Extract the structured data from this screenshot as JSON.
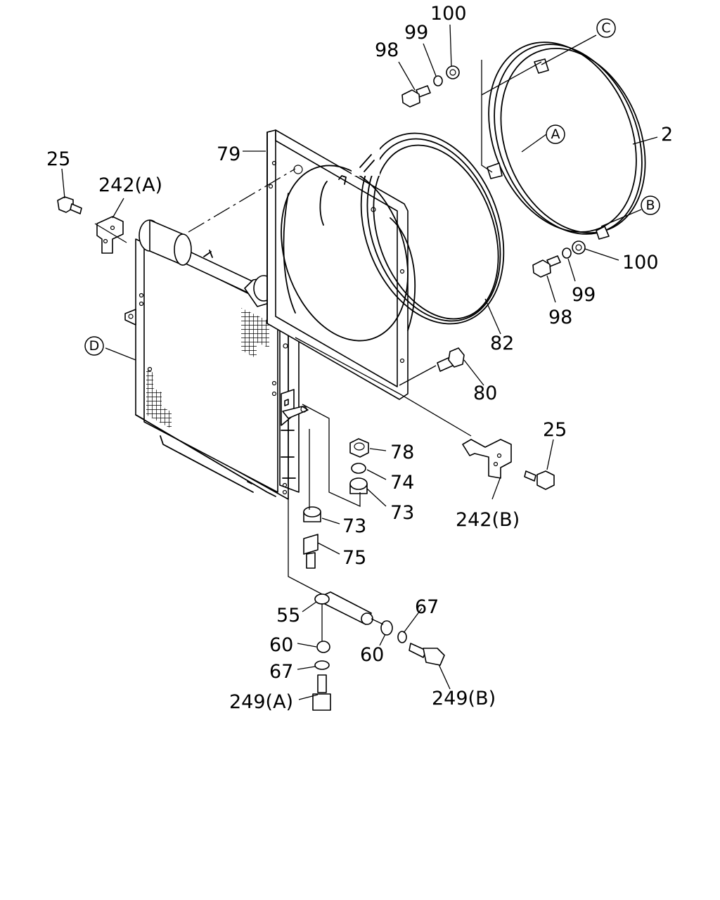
{
  "diagram": {
    "callouts": {
      "c25_left": "25",
      "c242a": "242(A)",
      "c79": "79",
      "c98_top": "98",
      "c99_top": "99",
      "c100_top": "100",
      "c2": "2",
      "c100_right": "100",
      "c99_right": "99",
      "c98_right": "98",
      "c82": "82",
      "c80": "80",
      "c25_right": "25",
      "c78": "78",
      "c74": "74",
      "c73_right": "73",
      "c73_left": "73",
      "c75": "75",
      "c242b": "242(B)",
      "c67_right": "67",
      "c55": "55",
      "c60_left": "60",
      "c60_right": "60",
      "c67_left": "67",
      "c249a": "249(A)",
      "c249b": "249(B)"
    },
    "refs": {
      "A": "A",
      "B": "B",
      "C": "C",
      "D": "D"
    }
  }
}
